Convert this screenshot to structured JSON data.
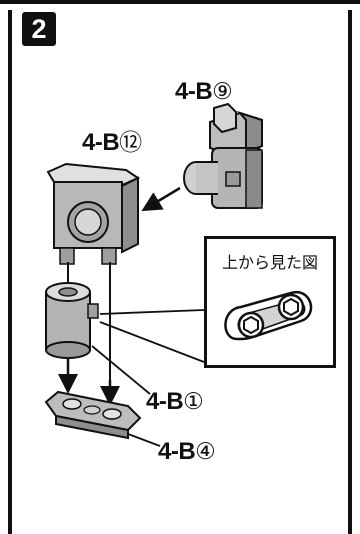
{
  "step": {
    "number": "2"
  },
  "parts": {
    "p9": {
      "code": "4-B",
      "num": "⑨"
    },
    "p12": {
      "code": "4-B",
      "num": "⑫"
    },
    "p1": {
      "code": "4-B",
      "num": "①"
    },
    "p4": {
      "code": "4-B",
      "num": "④"
    }
  },
  "detail_view": {
    "title": "上から見た図"
  },
  "colors": {
    "ink": "#111111",
    "part_gray": "#a9a9a9",
    "part_light": "#d9d9d9",
    "part_dark": "#6e6e6e"
  }
}
